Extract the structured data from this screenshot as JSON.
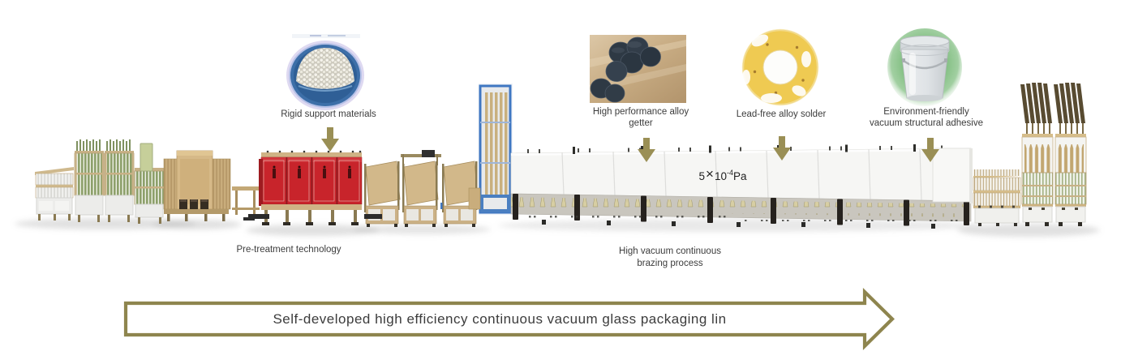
{
  "diagram": {
    "materials": [
      {
        "name": "rigid-support-materials",
        "lines": [
          "Rigid support materials",
          ""
        ]
      },
      {
        "name": "high-performance-alloy-getter",
        "lines": [
          "High performance alloy",
          "getter"
        ]
      },
      {
        "name": "lead-free-alloy-solder",
        "lines": [
          "Lead-free alloy solder",
          ""
        ]
      },
      {
        "name": "environment-friendly-adhesive",
        "lines": [
          "Environment-friendly",
          "vacuum structural adhesive"
        ]
      }
    ],
    "stage_labels": {
      "pretreatment": "Pre-treatment technology",
      "brazing_line1": "High vacuum continuous",
      "brazing_line2": "brazing process"
    },
    "vacuum_pressure": {
      "coefficient": "5",
      "operator": "×",
      "base": "10",
      "exponent": "-4",
      "unit": "Pa"
    },
    "flow_arrow_label": "Self-developed high efficiency continuous vacuum glass packaging lin",
    "colors": {
      "annotation_olive": "#9a8f55",
      "flow_arrow_outline": "#8e854e",
      "pretreatment_red": "#c8242b",
      "loader_blue": "#3f77c2",
      "solder_yellow": "#efca52",
      "rack_green": "#8da06b",
      "machine_tan": "#c9ad7c",
      "tunnel_white": "#f6f6f4"
    }
  }
}
